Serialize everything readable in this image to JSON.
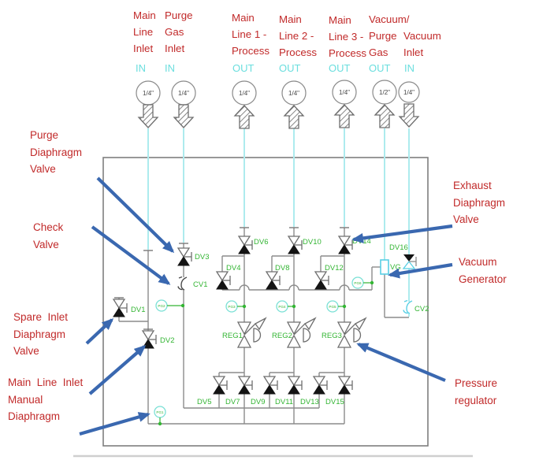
{
  "colors": {
    "red_label": "#C12A2A",
    "green_label": "#33B533",
    "cyan_line": "#ADEBEE",
    "cyan_text": "#6ADEDE",
    "cyan_component": "#58CFE4",
    "blue_arrow": "#3A68B0",
    "line_gray": "#8C8C8C"
  },
  "ports": {
    "p1": {
      "name1": "Main",
      "name2": "Line",
      "name3": "Inlet",
      "dir": "IN",
      "size": "1/4\""
    },
    "p2": {
      "name1": "Purge",
      "name2": "Gas",
      "name3": "Inlet",
      "dir": "IN",
      "size": "1/4\""
    },
    "p3": {
      "name1": "Main",
      "name2": "Line 1 -",
      "name3": "Process",
      "dir": "OUT",
      "size": "1/4\""
    },
    "p4": {
      "name1": "Main",
      "name2": "Line 2 -",
      "name3": "Process",
      "dir": "OUT",
      "size": "1/4\""
    },
    "p5": {
      "name1": "Main",
      "name2": "Line 3 -",
      "name3": "Process",
      "dir": "OUT",
      "size": "1/4\""
    },
    "p6": {
      "name1": "Vacuum/",
      "name2": "Purge",
      "name3": "Gas",
      "dir": "OUT",
      "size": "1/2\""
    },
    "p7": {
      "name1": "Vacuum",
      "name2": "Inlet",
      "dir": "IN",
      "size": "1/4\""
    }
  },
  "components": {
    "dv1": "DV1",
    "dv2": "DV2",
    "dv3": "DV3",
    "dv4": "DV4",
    "dv5": "DV5",
    "dv6": "DV6",
    "dv7": "DV7",
    "dv8": "DV8",
    "dv9": "DV9",
    "dv10": "DV10",
    "dv11": "DV11",
    "dv12": "DV12",
    "dv13": "DV13",
    "dv14": "DV14",
    "dv15": "DV15",
    "dv16": "DV16",
    "cv1": "CV1",
    "cv2": "CV2",
    "vg": "VG",
    "reg1": "REG1",
    "reg2": "REG2",
    "reg3": "REG3",
    "pg1": "PG1",
    "pg2": "PG2",
    "pg3": "PG3",
    "pg4": "PG4",
    "pg5": "PG5",
    "pg6": "PG6"
  },
  "callouts": {
    "purge_valve": {
      "l1": "Purge",
      "l2": "Diaphragm",
      "l3": "Valve"
    },
    "check_valve": {
      "l1": "Check",
      "l2": "Valve"
    },
    "spare_inlet": {
      "l1": "Spare  Inlet",
      "l2": "Diaphragm",
      "l3": "Valve"
    },
    "main_line_inlet": {
      "l1": "Main  Line  Inlet",
      "l2": "Manual",
      "l3": "Diaphragm"
    },
    "exhaust_valve": {
      "l1": "Exhaust",
      "l2": "Diaphragm",
      "l3": "Valve"
    },
    "vacuum_generator": {
      "l1": "Vacuum",
      "l2": "Generator"
    },
    "pressure_regulator": {
      "l1": "Pressure",
      "l2": "regulator"
    }
  }
}
